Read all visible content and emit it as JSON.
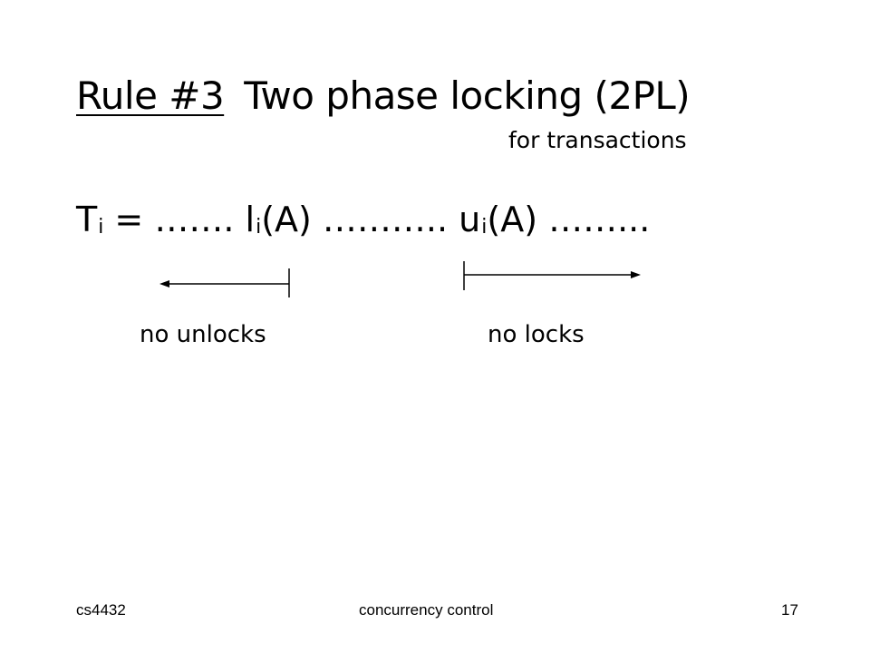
{
  "slide": {
    "title": {
      "rule_label": "Rule #3",
      "main": "Two phase locking (2PL)"
    },
    "subtitle": "for transactions",
    "formula": {
      "t": "T",
      "t_sub": "i",
      "eq_dots": " = ……. ",
      "l": "l",
      "l_sub": "i",
      "l_arg": "(A) ……….. ",
      "u": "u",
      "u_sub": "i",
      "u_arg": "(A) ……..."
    },
    "labels": {
      "left": "no unlocks",
      "right": "no locks"
    }
  },
  "footer": {
    "course": "cs4432",
    "topic": "concurrency control",
    "page_number": "17"
  }
}
